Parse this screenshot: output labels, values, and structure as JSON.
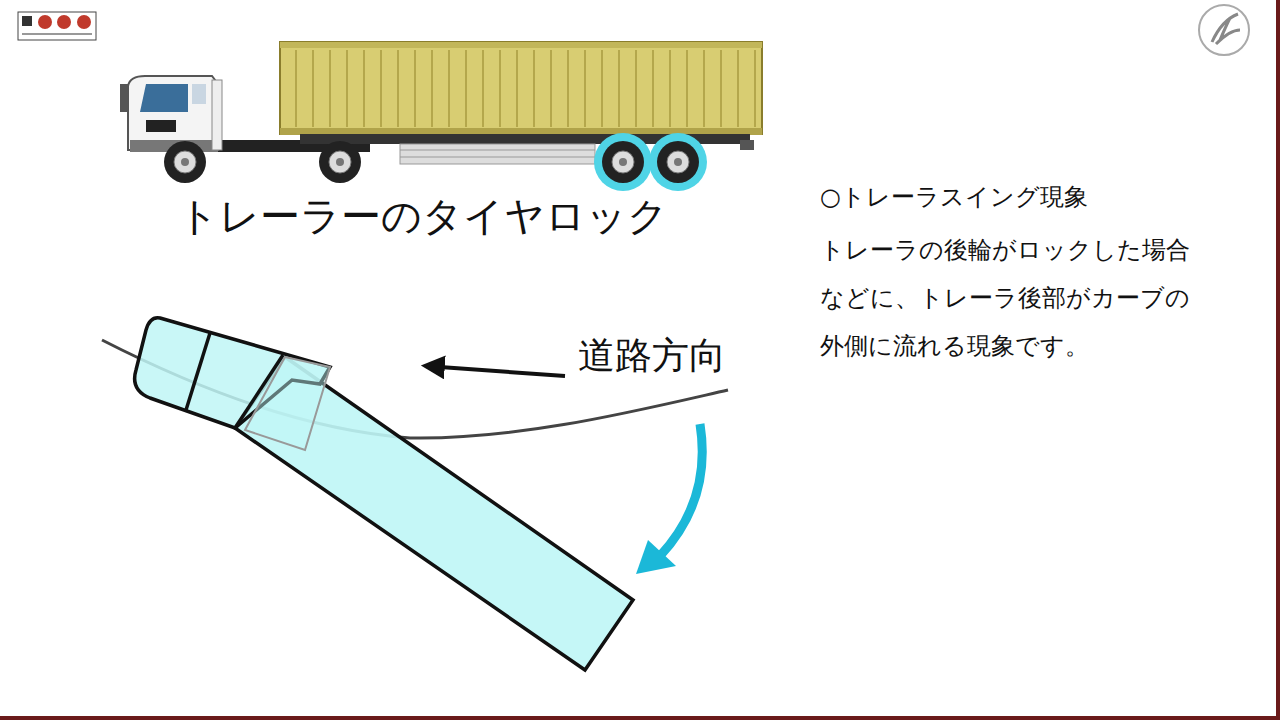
{
  "diagram": {
    "labels": [
      "トレーラーのタイヤロック",
      "道路方向",
      "○トレーラスイング現象",
      "トレーラの後輪がロックした場合 などに、トレーラ後部がカーブの 外側に流れる現象です。"
    ]
  }
}
